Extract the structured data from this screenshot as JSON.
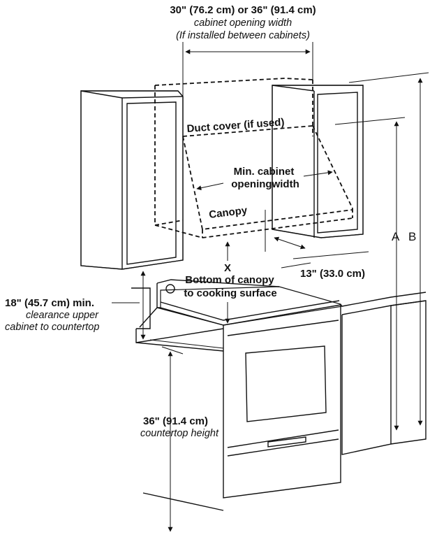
{
  "labels": {
    "width_dim": "30\" (76.2 cm) or 36\" (91.4 cm)",
    "width_desc1": "cabinet opening width",
    "width_desc2": "(If installed between cabinets)",
    "duct_cover": "Duct cover (if used)",
    "min_cabinet1": "Min. cabinet",
    "min_cabinet2": "openingwidth",
    "canopy": "Canopy",
    "x": "X",
    "bottom_canopy1": "Bottom of canopy",
    "bottom_canopy2": "to cooking surface",
    "depth_dim": "13\" (33.0 cm)",
    "clearance_dim": "18\" (45.7 cm) min.",
    "clearance_desc1": "clearance upper",
    "clearance_desc2": "cabinet to countertop",
    "counter_dim": "36\" (91.4 cm)",
    "counter_desc": "countertop height",
    "a": "A",
    "b": "B"
  },
  "colors": {
    "line": "#111111",
    "background": "#ffffff"
  }
}
